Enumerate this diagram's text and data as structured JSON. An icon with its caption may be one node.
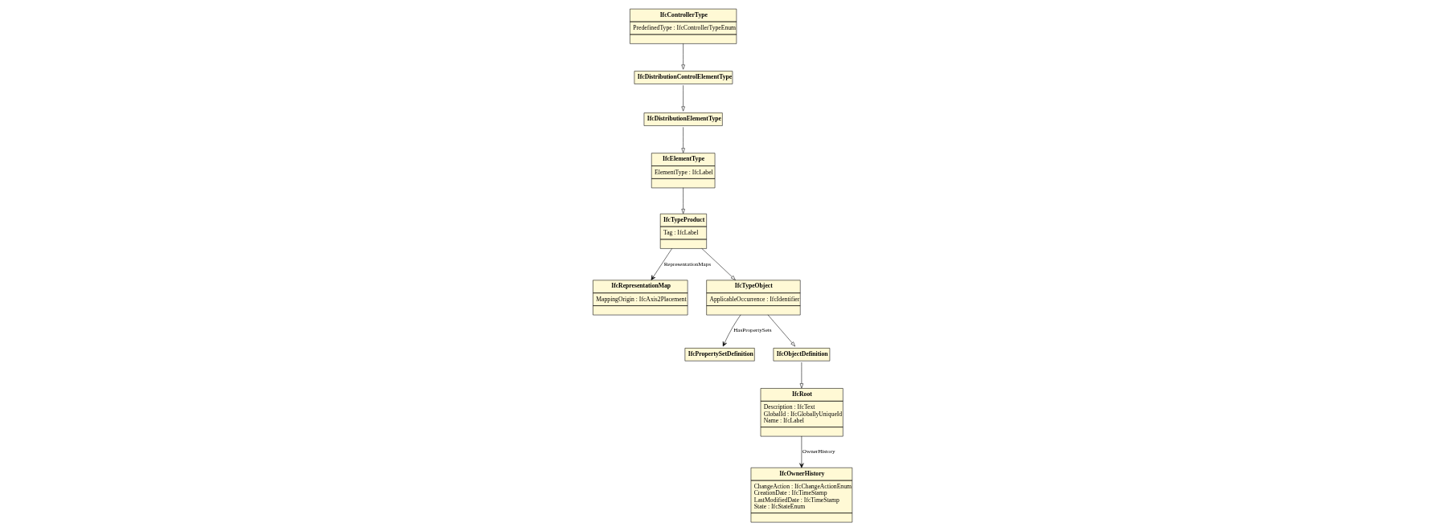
{
  "diagram": {
    "nodes": [
      {
        "text": [
          "IfcControllerType",
          "PredefinedType : IfcControllerTypeEnum"
        ]
      },
      {
        "text": [
          "IfcDistributionControlElementType"
        ]
      },
      {
        "text": [
          "IfcElementType",
          "ElementType : IfcLabel"
        ]
      },
      {
        "text": [
          "IfcDistributionElementType"
        ]
      },
      {
        "text": [
          "IfcTypeProduct",
          "Tag : IfcLabel"
        ]
      },
      {
        "text": [
          "IfcPropertySetDefinition"
        ]
      },
      {
        "text": [
          "IfcObjectDefinition"
        ]
      },
      {
        "text": [
          "IfcRepresentationMap",
          "MappingOrigin : IfcAxis2Placement"
        ]
      },
      {
        "text": [
          "IfcTypeObject",
          "ApplicableOccurrence : IfcIdentifier"
        ]
      },
      {
        "text": [
          "IfcRoot",
          "Description : IfcText",
          "GlobalId : IfcGloballyUniqueId",
          "Name : IfcLabel"
        ]
      },
      {
        "text": [
          "IfcOwnerHistory",
          "ChangeAction : IfcChangeActionEnum",
          "CreationDate : IfcTimeStamp",
          "LastModifiedDate : IfcTimeStamp",
          "State : IfcStateEnum"
        ]
      }
    ],
    "edges": [
      {
        "from": 0,
        "to": 1,
        "arrow": "to"
      },
      {
        "from": 1,
        "to": 3,
        "arrow": "to"
      },
      {
        "from": 3,
        "to": 2,
        "arrow": "to"
      },
      {
        "from": 2,
        "to": 4,
        "arrow": "to"
      },
      {
        "from": 4,
        "to": 7,
        "arrow": "to",
        "label": "RepresentationMaps"
      },
      {
        "from": 4,
        "to": 8,
        "arrow": "to"
      },
      {
        "from": 8,
        "to": 5,
        "arrow": "to",
        "label": "HasPropertySets"
      },
      {
        "from": 8,
        "to": 6,
        "arrow": "to"
      },
      {
        "from": 6,
        "to": 9,
        "arrow": "to"
      },
      {
        "from": 9,
        "to": 10,
        "arrow": "to",
        "label": "OwnerHistory"
      }
    ]
  }
}
